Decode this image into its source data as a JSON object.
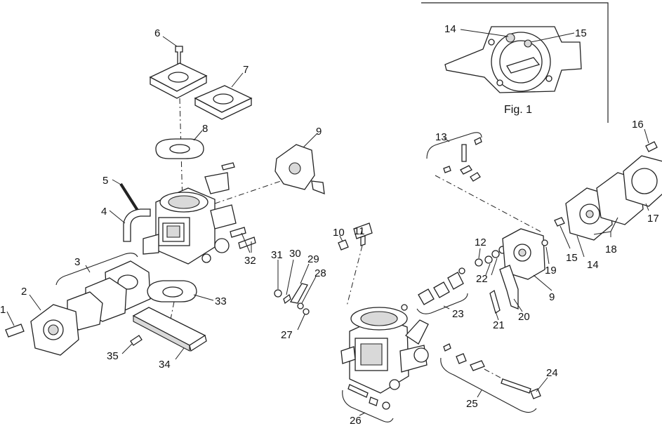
{
  "figure": {
    "inset_caption": "Fig. 1"
  },
  "callouts": {
    "c1": "1",
    "c2": "2",
    "c3": "3",
    "c4": "4",
    "c5": "5",
    "c6": "6",
    "c7": "7",
    "c8": "8",
    "c9a": "9",
    "c9b": "9",
    "c10": "10",
    "c11": "11",
    "c12": "12",
    "c13": "13",
    "c14a": "14",
    "c14b": "14",
    "c15a": "15",
    "c15b": "15",
    "c16": "16",
    "c17": "17",
    "c18": "18",
    "c19": "19",
    "c20": "20",
    "c21": "21",
    "c22": "22",
    "c23": "23",
    "c24": "24",
    "c25": "25",
    "c26": "26",
    "c27": "27",
    "c28": "28",
    "c29": "29",
    "c30": "30",
    "c31": "31",
    "c32": "32",
    "c33": "33",
    "c34": "34",
    "c35": "35"
  }
}
